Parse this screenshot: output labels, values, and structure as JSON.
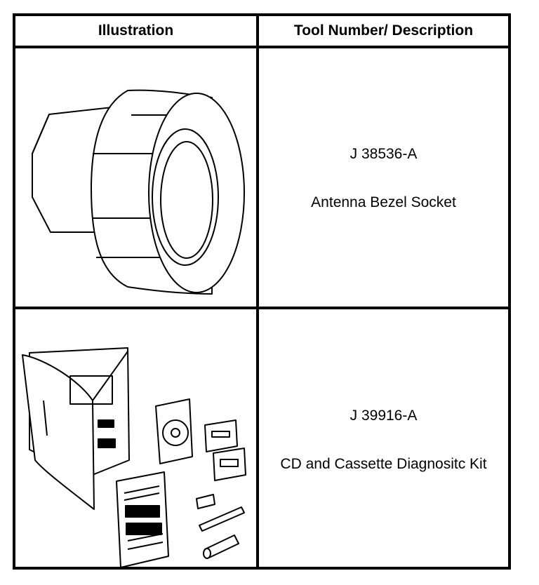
{
  "table": {
    "headers": [
      "Illustration",
      "Tool Number/ Description"
    ],
    "rows": [
      {
        "tool_number": "J 38536-A",
        "description": "Antenna Bezel Socket",
        "illustration": "antenna-bezel-socket-drawing"
      },
      {
        "tool_number": "J 39916-A",
        "description": "CD and Cassette Diagnositc Kit",
        "illustration": "cd-cassette-diagnostic-kit-drawing"
      }
    ]
  }
}
